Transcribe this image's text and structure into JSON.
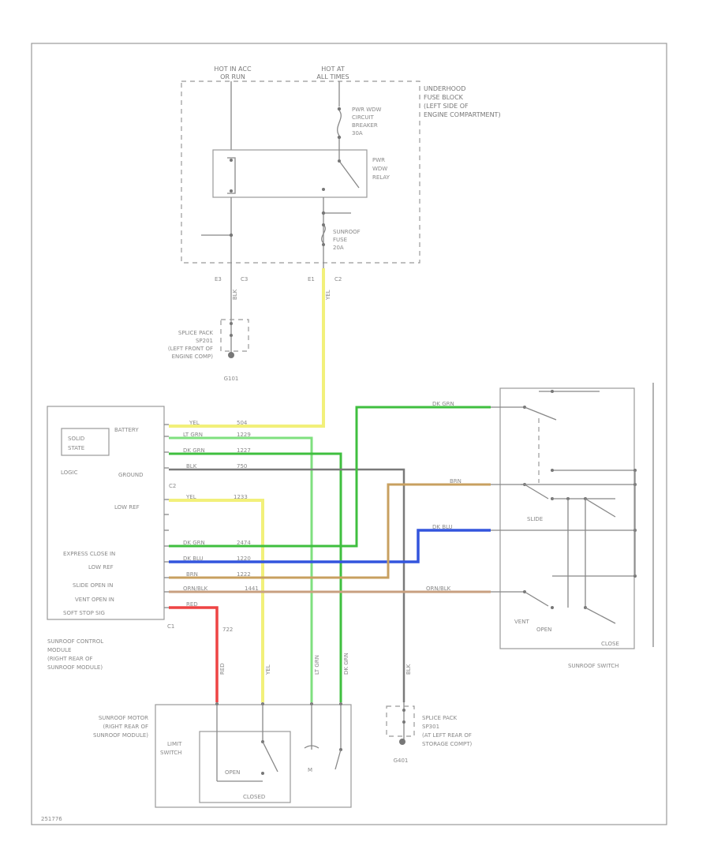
{
  "top": {
    "hot_acc_1": "HOT IN ACC",
    "hot_acc_2": "OR RUN",
    "hot_all_1": "HOT AT",
    "hot_all_2": "ALL TIMES"
  },
  "fuse_block": {
    "l1": "UNDERHOOD",
    "l2": "FUSE BLOCK",
    "l3": "(LEFT SIDE OF",
    "l4": "ENGINE COMPARTMENT)",
    "breaker_1": "PWR WDW",
    "breaker_2": "CIRCUIT",
    "breaker_3": "BREAKER",
    "breaker_4": "30A",
    "relay_1": "PWR",
    "relay_2": "WDW",
    "relay_3": "RELAY",
    "fuse_1": "SUNROOF",
    "fuse_2": "FUSE",
    "fuse_3": "20A",
    "c_e3": "E3",
    "c_c3": "C3",
    "c_e1": "E1",
    "c_c2": "C2",
    "wire_blk": "BLK",
    "wire_yel": "YEL"
  },
  "splice_top": {
    "l1": "SPLICE PACK",
    "l2": "SP201",
    "l3": "(LEFT FRONT OF",
    "l4": "ENGINE COMP)",
    "ground": "G101"
  },
  "module": {
    "battery": "BATTERY",
    "solid_1": "SOLID",
    "solid_2": "STATE",
    "logic": "LOGIC",
    "ground": "GROUND",
    "c2": "C2",
    "low_ref": "LOW REF",
    "express": "EXPRESS CLOSE IN",
    "low_ref2": "LOW REF",
    "slide_open": "SLIDE OPEN IN",
    "vent_open": "VENT OPEN IN",
    "soft_stop": "SOFT STOP SIG",
    "c1": "C1",
    "name_1": "SUNROOF CONTROL",
    "name_2": "MODULE",
    "name_3": "(RIGHT REAR OF",
    "name_4": "SUNROOF MODULE)"
  },
  "wires": {
    "w1_color": "YEL",
    "w1_circ": "504",
    "w2_color": "LT GRN",
    "w2_circ": "1229",
    "w3_color": "DK GRN",
    "w3_circ": "1227",
    "w4_color": "BLK",
    "w4_circ": "750",
    "w5_color": "YEL",
    "w5_circ": "1233",
    "w6_color": "DK GRN",
    "w6_circ": "2474",
    "w7_color": "DK BLU",
    "w7_circ": "1220",
    "w8_color": "BRN",
    "w8_circ": "1222",
    "w9_color": "ORN/BLK",
    "w9_circ": "1441",
    "w10_color": "RED",
    "w10_circ": "722",
    "sw_dkgrn": "DK GRN",
    "sw_brn": "BRN",
    "sw_dkblu": "DK BLU",
    "sw_ornblk": "ORN/BLK",
    "v_red": "RED",
    "v_yel": "YEL",
    "v_ltgrn": "LT GRN",
    "v_dkgrn": "DK GRN",
    "v_blk": "BLK"
  },
  "switch": {
    "slide": "SLIDE",
    "vent": "VENT",
    "open": "OPEN",
    "close": "CLOSE",
    "name": "SUNROOF SWITCH"
  },
  "motor": {
    "name_1": "SUNROOF MOTOR",
    "name_2": "(RIGHT REAR OF",
    "name_3": "SUNROOF MODULE)",
    "limit_1": "LIMIT",
    "limit_2": "SWITCH",
    "open": "OPEN",
    "closed": "CLOSED",
    "motor": "M"
  },
  "splice_bot": {
    "l1": "SPLICE PACK",
    "l2": "SP301",
    "l3": "(AT LEFT REAR OF",
    "l4": "STORAGE COMPT)",
    "ground": "G401"
  },
  "figure_id": "251776",
  "colors": {
    "yellow": "#f2f07a",
    "lt_green": "#7fe07f",
    "dk_green": "#3fbf3f",
    "black": "#7a7a7a",
    "blue": "#3355dd",
    "brown": "#c8a060",
    "orn_blk": "#c8a080",
    "red": "#ee4444"
  }
}
